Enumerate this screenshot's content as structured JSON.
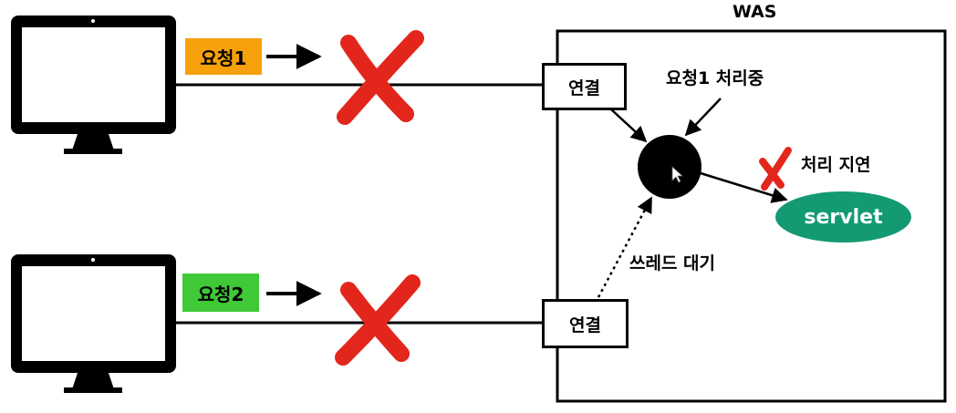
{
  "was": {
    "title": "WAS"
  },
  "clients": [
    {
      "request": {
        "label": "요청1",
        "color": "#f6a00c"
      }
    },
    {
      "request": {
        "label": "요청2",
        "color": "#3fc937"
      }
    }
  ],
  "connections": [
    {
      "label": "연결"
    },
    {
      "label": "연결"
    }
  ],
  "annotations": {
    "processing": "요청1 처리중",
    "delay": "처리 지연",
    "thread_wait": "쓰레드 대기"
  },
  "servlet": {
    "label": "servlet",
    "color": "#139a73"
  },
  "colors": {
    "cross": "#e3261c",
    "line": "#000000"
  },
  "icons": [
    "monitor-icon",
    "arrow-right-icon",
    "cross-icon",
    "thread-circle-icon",
    "cursor-icon"
  ]
}
